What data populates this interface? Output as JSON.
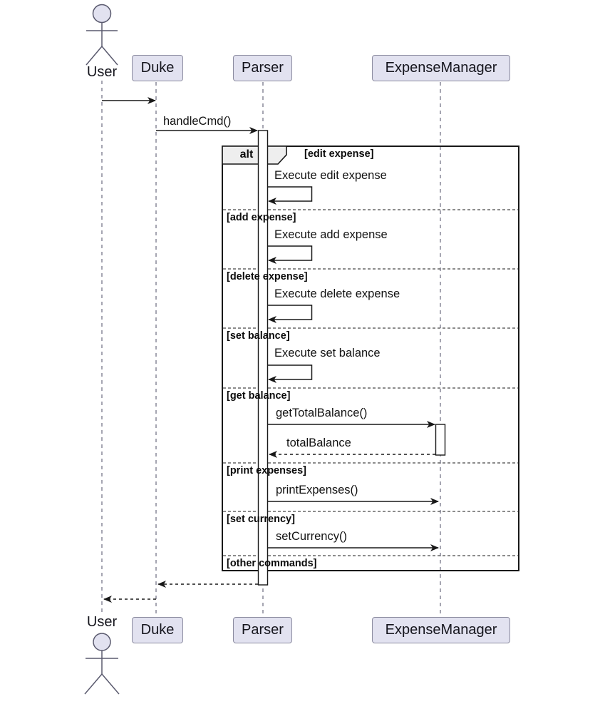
{
  "diagram_type": "uml-sequence-diagram",
  "colors": {
    "participant_fill": "#E2E2F0",
    "participant_border": "#8C8CA0",
    "frame_border": "#181818",
    "frame_label_fill": "#EEEEEE",
    "lifeline": "#777777",
    "text": "#121212"
  },
  "participants": [
    {
      "name": "User",
      "kind": "actor"
    },
    {
      "name": "Duke",
      "kind": "participant"
    },
    {
      "name": "Parser",
      "kind": "participant"
    },
    {
      "name": "ExpenseManager",
      "kind": "participant"
    }
  ],
  "messages": [
    {
      "from": "User",
      "to": "Duke",
      "label": "",
      "style": "solid"
    },
    {
      "from": "Duke",
      "to": "Parser",
      "label": "handleCmd()",
      "style": "solid"
    }
  ],
  "fragment": {
    "operator": "alt",
    "sections": [
      {
        "guard": "[edit expense]",
        "messages": [
          {
            "from": "Parser",
            "to": "Parser",
            "label": "Execute edit expense",
            "style": "self"
          }
        ]
      },
      {
        "guard": "[add expense]",
        "messages": [
          {
            "from": "Parser",
            "to": "Parser",
            "label": "Execute add expense",
            "style": "self"
          }
        ]
      },
      {
        "guard": "[delete expense]",
        "messages": [
          {
            "from": "Parser",
            "to": "Parser",
            "label": "Execute delete expense",
            "style": "self"
          }
        ]
      },
      {
        "guard": "[set balance]",
        "messages": [
          {
            "from": "Parser",
            "to": "Parser",
            "label": "Execute set balance",
            "style": "self"
          }
        ]
      },
      {
        "guard": "[get balance]",
        "messages": [
          {
            "from": "Parser",
            "to": "ExpenseManager",
            "label": "getTotalBalance()",
            "style": "solid"
          },
          {
            "from": "ExpenseManager",
            "to": "Parser",
            "label": "totalBalance",
            "style": "dashed-return"
          }
        ]
      },
      {
        "guard": "[print expenses]",
        "messages": [
          {
            "from": "Parser",
            "to": "ExpenseManager",
            "label": "printExpenses()",
            "style": "solid"
          }
        ]
      },
      {
        "guard": "[set currency]",
        "messages": [
          {
            "from": "Parser",
            "to": "ExpenseManager",
            "label": "setCurrency()",
            "style": "solid"
          }
        ]
      },
      {
        "guard": "[other commands]",
        "messages": []
      }
    ]
  },
  "returns": [
    {
      "from": "Parser",
      "to": "Duke",
      "label": "",
      "style": "dashed"
    },
    {
      "from": "Duke",
      "to": "User",
      "label": "",
      "style": "dashed"
    }
  ]
}
